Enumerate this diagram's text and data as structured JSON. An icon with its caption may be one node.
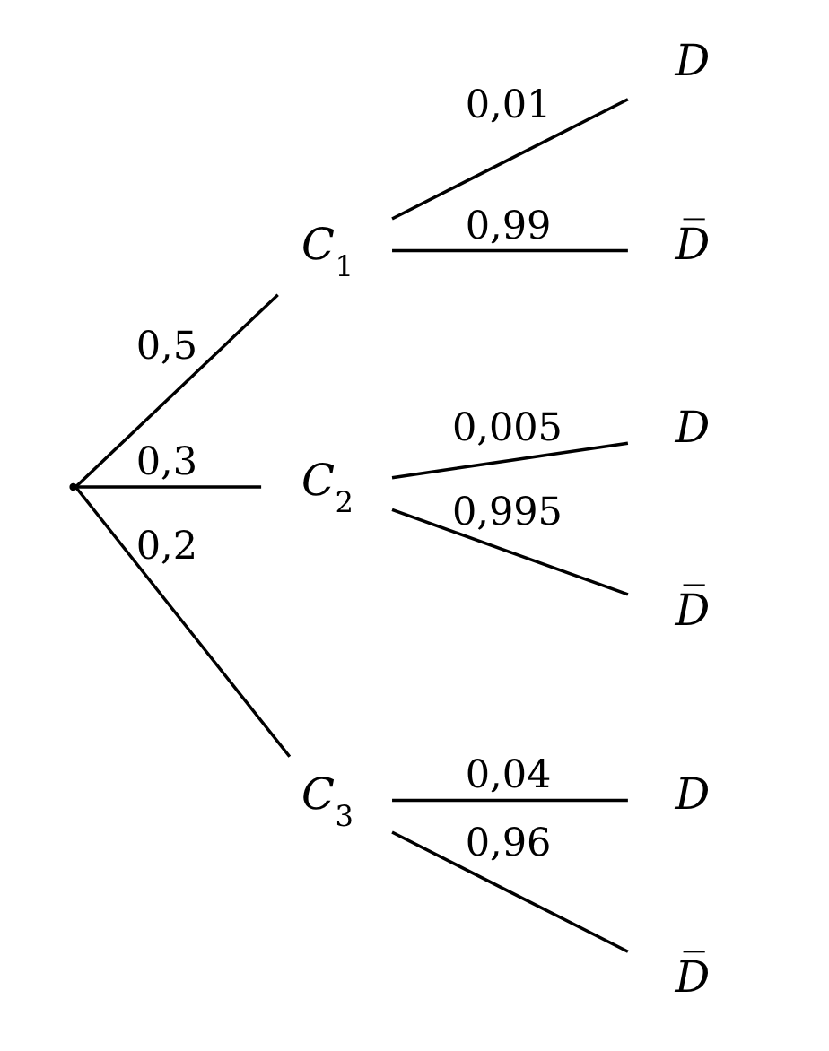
{
  "diagram": {
    "nodes": [
      {
        "text": [],
        "shape": "point"
      },
      {
        "text": [
          "C$_{1}$"
        ]
      },
      {
        "text": [
          "D"
        ]
      },
      {
        "text": [
          "D̅"
        ]
      },
      {
        "text": [
          "C$_{2}$"
        ]
      },
      {
        "text": [
          "D"
        ]
      },
      {
        "text": [
          "D̅"
        ]
      },
      {
        "text": [
          "C$_{3}$"
        ]
      },
      {
        "text": [
          "D"
        ]
      },
      {
        "text": [
          "D̅"
        ]
      }
    ],
    "edges": [
      {
        "from": 0,
        "to": 1,
        "arrow": "none",
        "label": "0,5"
      },
      {
        "from": 0,
        "to": 4,
        "arrow": "none",
        "label": "0,3"
      },
      {
        "from": 0,
        "to": 7,
        "arrow": "none",
        "label": "0,2"
      },
      {
        "from": 1,
        "to": 2,
        "arrow": "none",
        "label": "0,01"
      },
      {
        "from": 1,
        "to": 3,
        "arrow": "none",
        "label": "0,99"
      },
      {
        "from": 4,
        "to": 5,
        "arrow": "none",
        "label": "0,005"
      },
      {
        "from": 4,
        "to": 6,
        "arrow": "none",
        "label": "0,995"
      },
      {
        "from": 7,
        "to": 8,
        "arrow": "none",
        "label": "0,04"
      },
      {
        "from": 7,
        "to": 9,
        "arrow": "none",
        "label": "0,96"
      }
    ]
  }
}
